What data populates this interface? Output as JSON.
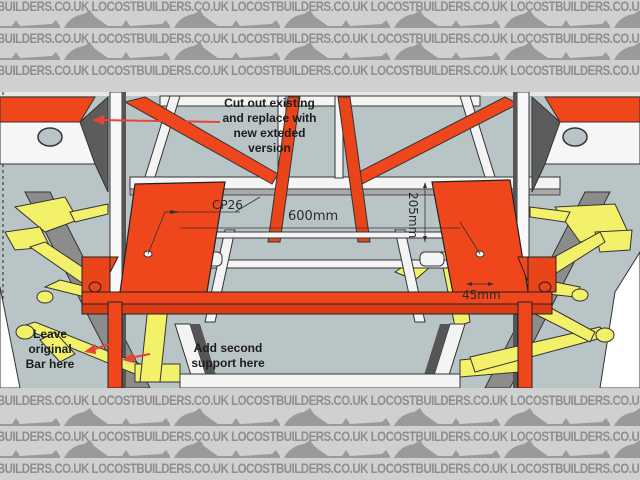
{
  "watermark": {
    "text": "LOCOSTBUILDERS.CO.UK",
    "color": "#8e8e8e",
    "background": "#d0d0d0"
  },
  "diagram": {
    "description": "Locost chassis 3D render showing front suspension frame with modification annotations",
    "colors": {
      "frame_orange": "#f0461c",
      "frame_white": "#f2f2f2",
      "frame_grey": "#5a5a5a",
      "suspension_yellow": "#f3f06a",
      "background": "#b9c4c6",
      "arrow_red": "#e8433a"
    },
    "annotations": {
      "cut_out": [
        "Cut out existing",
        "and replace with",
        "new exteded",
        "version"
      ],
      "leave": [
        "Leave",
        "original",
        "Bar here"
      ],
      "add_support": [
        "Add second",
        "support here"
      ]
    },
    "dimensions": {
      "part_label": "CP26",
      "width": "600mm",
      "height": "205mm",
      "offset": "45mm"
    }
  }
}
